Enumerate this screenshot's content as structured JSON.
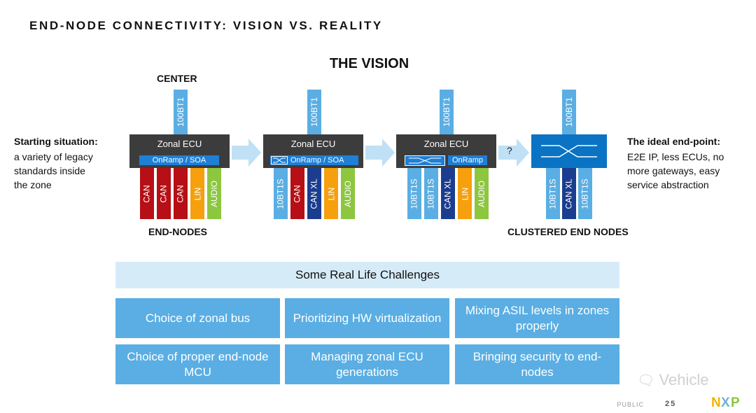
{
  "slide_title": "END-NODE CONNECTIVITY: VISION VS. REALITY",
  "vision_title": "THE VISION",
  "labels": {
    "center": "CENTER",
    "end_nodes": "END-NODES",
    "clustered_end_nodes": "CLUSTERED END NODES",
    "question": "?"
  },
  "left_side": {
    "title": "Starting situation:",
    "lines": [
      "a variety of legacy",
      "standards inside",
      "the zone"
    ]
  },
  "right_side": {
    "title": "The ideal end-point:",
    "lines": [
      "E2E IP, less ECUs, no",
      "more gateways, easy",
      "service abstraction"
    ]
  },
  "stages": [
    {
      "uplink": "100BT1",
      "ecu": "Zonal ECU",
      "onramp": "OnRamp / SOA",
      "buses": [
        "CAN",
        "CAN",
        "CAN",
        "LIN",
        "AUDIO"
      ]
    },
    {
      "uplink": "100BT1",
      "ecu": "Zonal ECU",
      "onramp": "OnRamp / SOA",
      "buses": [
        "10BT1S",
        "CAN",
        "CAN XL",
        "LIN",
        "AUDIO"
      ]
    },
    {
      "uplink": "100BT1",
      "ecu": "Zonal ECU",
      "onramp": "OnRamp",
      "buses": [
        "10BT1S",
        "10BT1S",
        "CAN XL",
        "LIN",
        "AUDIO"
      ]
    },
    {
      "uplink": "100BT1",
      "buses": [
        "10BT1S",
        "CAN XL",
        "10BT1S"
      ]
    }
  ],
  "challenges": {
    "header": "Some Real Life Challenges",
    "items": [
      "Choice of zonal bus",
      "Prioritizing HW virtualization",
      "Mixing ASIL levels in zones properly",
      "Choice of proper end-node MCU",
      "Managing zonal ECU generations",
      "Bringing security to end-nodes"
    ]
  },
  "footer": {
    "classification": "PUBLIC",
    "page": "25",
    "logo": "NXP"
  },
  "watermark": "Vehicle",
  "colors": {
    "can": "#b70f16",
    "lin": "#f5a00c",
    "audio": "#8dc63f",
    "10bt1s": "#5aaee3",
    "can_xl": "#1b3d8f",
    "ecu": "#3c3c3c",
    "onramp": "#1f7fd4",
    "switch": "#0a73c4",
    "challenge": "#5aaee3",
    "challenge_header": "#d6ebf8",
    "arrow": "#bfe0f5"
  }
}
